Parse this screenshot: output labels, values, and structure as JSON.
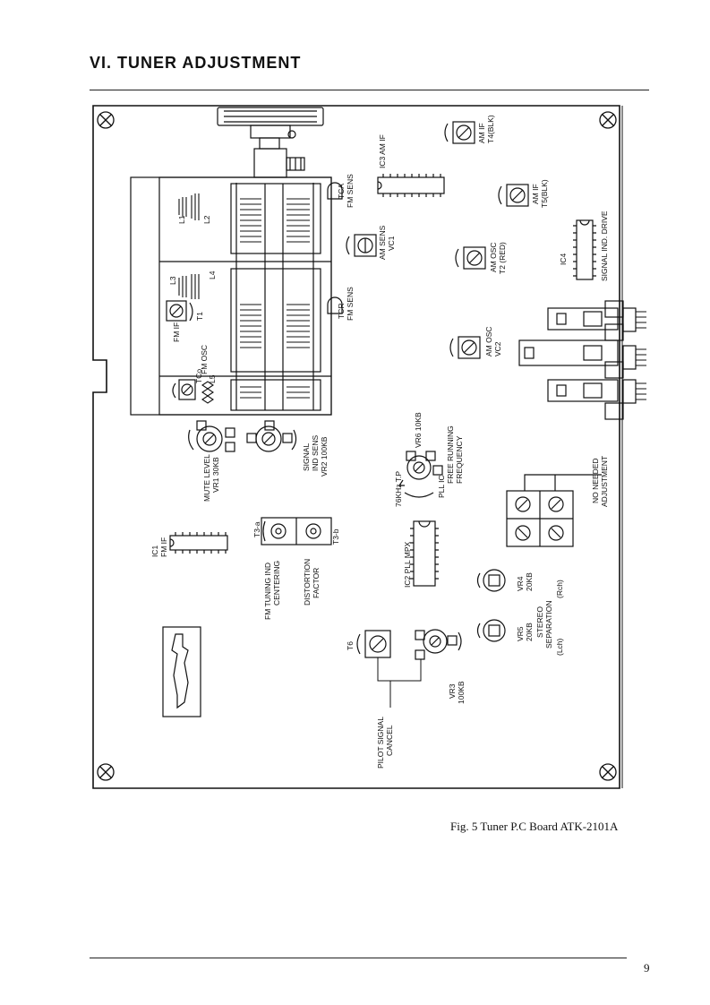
{
  "header": {
    "title": "VI. TUNER ADJUSTMENT"
  },
  "figure": {
    "caption": "Fig. 5 Tuner P.C Board ATK-2101A",
    "page_number": "9"
  },
  "labels": {
    "tca": "TCA",
    "fm_sens_top": "FM SENS",
    "ic3": "IC3 AM IF",
    "am_if_t4_1": "AM IF",
    "am_if_t4_2": "T4(BLK)",
    "am_if_t5_1": "AM IF",
    "am_if_t5_2": "T5(BLK)",
    "am_sens_1": "AM SENS",
    "am_sens_2": "VC1",
    "am_osc_t2_1": "AM OSC",
    "am_osc_t2_2": "T2 (RED)",
    "ic4": "IC4",
    "signal_ind_drive": "SIGNAL IND. DRIVE",
    "l1": "L1",
    "l2": "L2",
    "l3": "L3",
    "l4": "L4",
    "fm_if": "FM IF",
    "t1": "T1",
    "tcr": "TCR",
    "fm_sens_mid": "FM SENS",
    "tco": "TCo",
    "fm_osc": "FM OSC",
    "l5": "L5",
    "am_osc_vc2_1": "AM OSC",
    "am_osc_vc2_2": "VC2",
    "mute_level_1": "MUTE LEVEL",
    "mute_level_2": "VR1 30KB",
    "signal_ind_1": "SIGNAL",
    "signal_ind_2": "IND SENS",
    "signal_ind_3": "VR2 100KB",
    "t76khz": "76KHz T.P",
    "vr6": "VR6 10KB",
    "pll_1": "PLL IC",
    "pll_2": "FREE RUNNING",
    "pll_3": "FREQUENCY",
    "no_needed_1": "NO NEEDED",
    "no_needed_2": "ADJUSTMENT",
    "ic1_1": "IC1",
    "ic1_2": "FM IF",
    "t3a": "T3-a",
    "t3b": "T3-b",
    "fm_tuning_1": "FM TUNING IND",
    "fm_tuning_2": "CENTERING",
    "distortion_1": "DISTORTION",
    "distortion_2": "FACTOR",
    "ic2": "IC2 PLL MPX",
    "vr4_1": "VR4",
    "vr4_2": "20KB",
    "vr5_1": "VR5",
    "vr5_2": "20KB",
    "stereo_1": "STEREO",
    "stereo_2": "SEPARATION",
    "stereo_3": "(Lch)",
    "stereo_4": "(Rch)",
    "t6": "T6",
    "vr3_1": "VR3",
    "vr3_2": "100KB",
    "pilot_1": "PILOT SIGNAL",
    "pilot_2": "CANCEL"
  }
}
